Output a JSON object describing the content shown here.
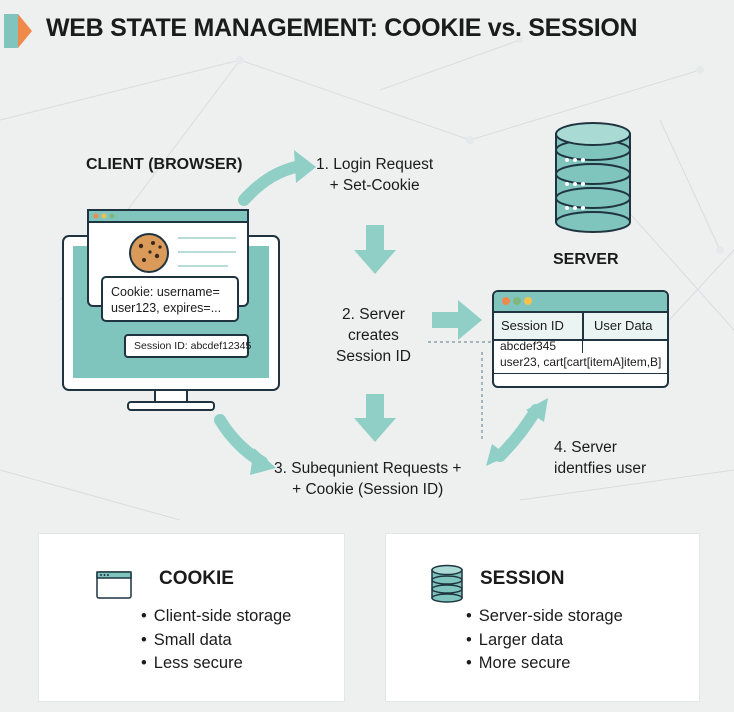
{
  "title": "WEB STATE MANAGEMENT: COOKIE vs. SESSION",
  "client": {
    "label": "CLIENT (BROWSER)",
    "cookie_card": [
      "Cookie: username=",
      "user123, expires=..."
    ],
    "session_id_box": "Session ID: abcdef12345"
  },
  "server": {
    "label": "SERVER",
    "table": {
      "headers": [
        "Session ID",
        "User Data"
      ],
      "rows": [
        [
          "abcdef345",
          ""
        ],
        [
          "user23, cart[cart[itemA]item,B]",
          ""
        ]
      ]
    }
  },
  "steps": [
    [
      "1. Login Request",
      "+ Set-Cookie"
    ],
    [
      "2. Server",
      "creates",
      "Session ID"
    ],
    [
      "3. Subequnient Requests +",
      "+ Cookie (Session ID)"
    ],
    [
      "4. Server",
      "identfies user"
    ]
  ],
  "comparison": {
    "cookie": {
      "title": "COOKIE",
      "points": [
        "Client-side storage",
        "Small data",
        "Less secure"
      ]
    },
    "session": {
      "title": "SESSION",
      "points": [
        "Server-side storage",
        "Larger data",
        "More secure"
      ]
    }
  },
  "colors": {
    "teal": "#7fc5bd",
    "dark": "#1f3440",
    "orange": "#f08a4b",
    "cookie": "#d99a5a"
  }
}
